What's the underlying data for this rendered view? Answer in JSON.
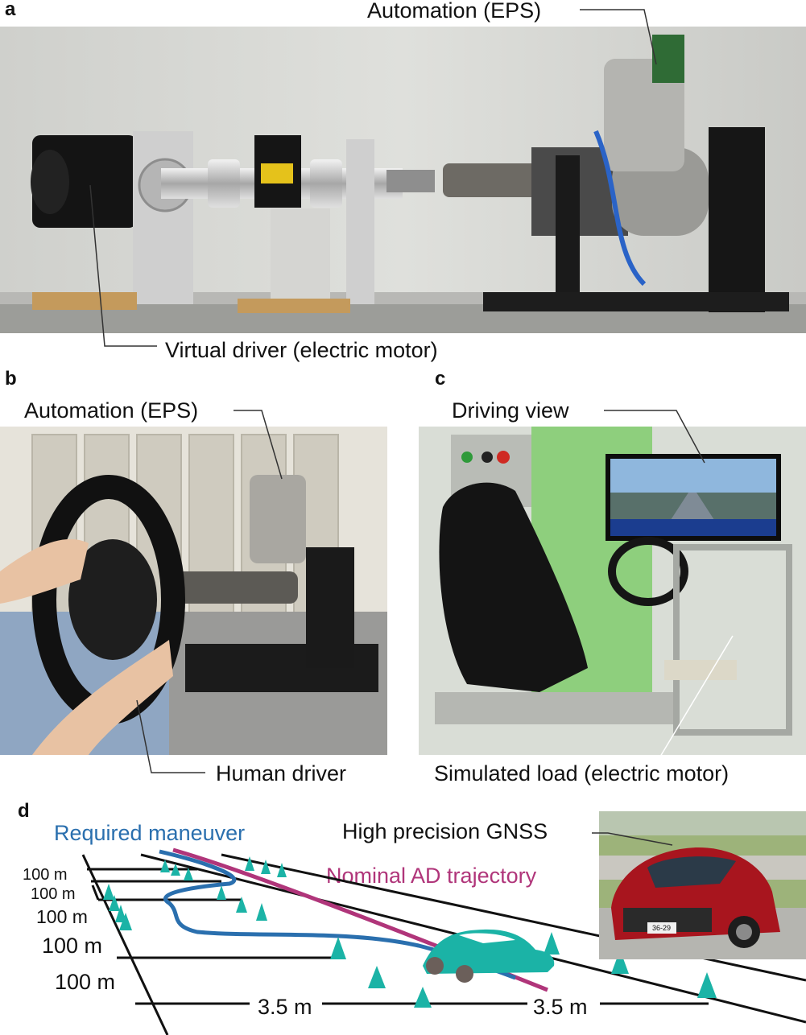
{
  "panels": {
    "a": {
      "letter": "a",
      "label_top": "Automation (EPS)",
      "label_bottom": "Virtual driver (electric motor)"
    },
    "b": {
      "letter": "b",
      "label_top": "Automation (EPS)",
      "label_bottom": "Human driver"
    },
    "c": {
      "letter": "c",
      "label_top": "Driving view",
      "label_bottom": "Simulated load (electric motor)"
    },
    "d": {
      "letter": "d",
      "required_maneuver": "Required maneuver",
      "nominal_trajectory": "Nominal AD trajectory",
      "gnss": "High precision GNSS",
      "distances": [
        "100 m",
        "100 m",
        "100 m",
        "100 m",
        "100 m"
      ],
      "lane_widths": [
        "3.5 m",
        "3.5 m"
      ],
      "plate": "36-29"
    }
  },
  "colors": {
    "maneuver_blue": "#2a6fae",
    "trajectory_magenta": "#b0357a",
    "cone_teal": "#1bb3a6",
    "car_red": "#a8151e"
  }
}
